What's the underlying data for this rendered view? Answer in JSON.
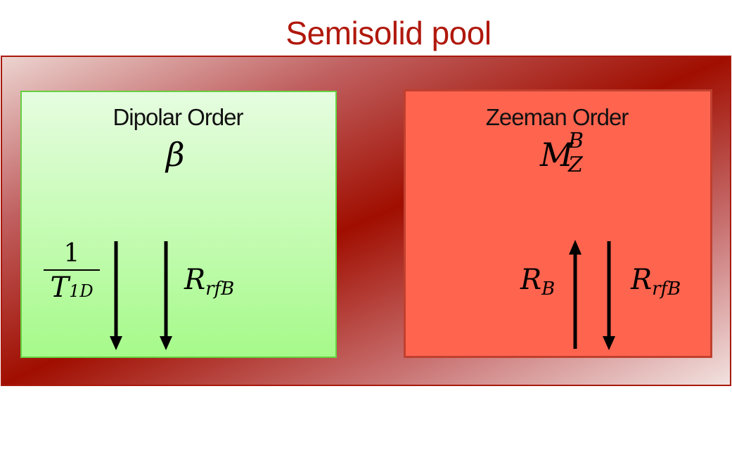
{
  "title": "Semisolid pool",
  "dipolar": {
    "heading": "Dipolar Order",
    "symbol": "β",
    "rate1_num": "1",
    "rate1_den": "T",
    "rate1_den_sub": "1D",
    "rate2": "R",
    "rate2_sub": "rfB"
  },
  "zeeman": {
    "heading": "Zeeman Order",
    "symbol": "M",
    "symbol_sub": "Z",
    "symbol_sup": "B",
    "rate1": "R",
    "rate1_sub": "B",
    "rate2": "R",
    "rate2_sub": "rfB"
  },
  "colors": {
    "pool": "#a00e00",
    "dipolar": "#b8fba4",
    "zeeman": "#ff644f"
  }
}
